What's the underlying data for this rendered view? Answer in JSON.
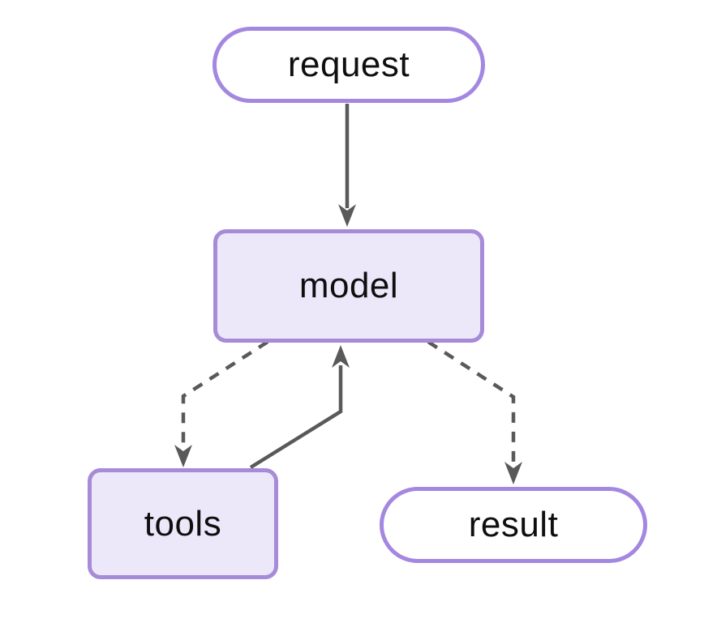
{
  "diagram": {
    "type": "flowchart",
    "direction": "top-down",
    "nodes": [
      {
        "id": "request",
        "label": "request",
        "shape": "stadium"
      },
      {
        "id": "model",
        "label": "model",
        "shape": "rounded-rect"
      },
      {
        "id": "tools",
        "label": "tools",
        "shape": "rounded-rect"
      },
      {
        "id": "result",
        "label": "result",
        "shape": "stadium"
      }
    ],
    "edges": [
      {
        "from": "request",
        "to": "model",
        "style": "solid",
        "arrow": "to"
      },
      {
        "from": "model",
        "to": "tools",
        "style": "dashed",
        "arrow": "to"
      },
      {
        "from": "tools",
        "to": "model",
        "style": "solid",
        "arrow": "to"
      },
      {
        "from": "model",
        "to": "result",
        "style": "dashed",
        "arrow": "to"
      }
    ],
    "colors": {
      "background": "#ffffff",
      "stadium_border": "#a487e1",
      "stadium_fill": "#ffffff",
      "rect_border": "#a78bd9",
      "rect_fill": "#ece8f9",
      "edge_stroke": "#595959",
      "text": "#0f0f0f"
    }
  }
}
